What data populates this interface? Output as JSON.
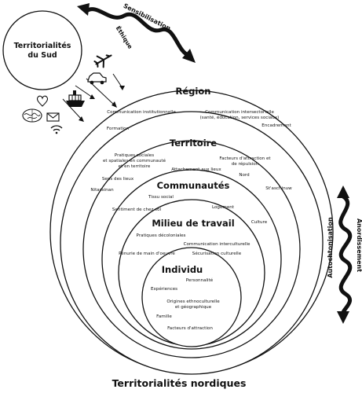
{
  "south": {
    "title_line1": "Territorialités",
    "title_line2": "du Sud"
  },
  "top_arrow_label": "Sensibilisation",
  "ethique_label": "Éthique",
  "footer_title": "Territorialités nordiques",
  "right_arrow_label_outer": "Anordissement",
  "right_arrow_label_inner": "Autochtonisation",
  "levels": {
    "region": {
      "title": "Région",
      "items": [
        "Communication institutionnelle",
        "Communication intersectorielle",
        "(santé, éducation, services sociaux)",
        "Formation",
        "Encadrement"
      ]
    },
    "territoire": {
      "title": "Territoire",
      "items": [
        "Pratiques sociales",
        "et spatiales en communauté",
        "et en territoire",
        "Facteurs d'attraction et",
        "de répulsion",
        "Attachement aux lieux",
        "Nord",
        "Sens des lieux",
        "Nitassinan",
        "St'aschinuw"
      ]
    },
    "communautes": {
      "title": "Communautés",
      "items": [
        "Tissu social",
        "Sentiment de chez soi",
        "Logement",
        "Culture"
      ]
    },
    "milieu": {
      "title": "Milieu de travail",
      "items": [
        "Pratiques décoloniales",
        "Communication interculturelle",
        "Pénurie de main d'oeuvre",
        "Sécurisation culturelle"
      ]
    },
    "individu": {
      "title": "Individu",
      "items": [
        "Personnalité",
        "Expériences",
        "Origines ethnoculturelle",
        "et géographique",
        "Famille",
        "Facteurs d'attraction"
      ]
    }
  },
  "icons": [
    "airplane-icon",
    "car-icon",
    "ship-icon",
    "heart-icon",
    "brain-icon",
    "mail-icon",
    "wifi-icon"
  ]
}
